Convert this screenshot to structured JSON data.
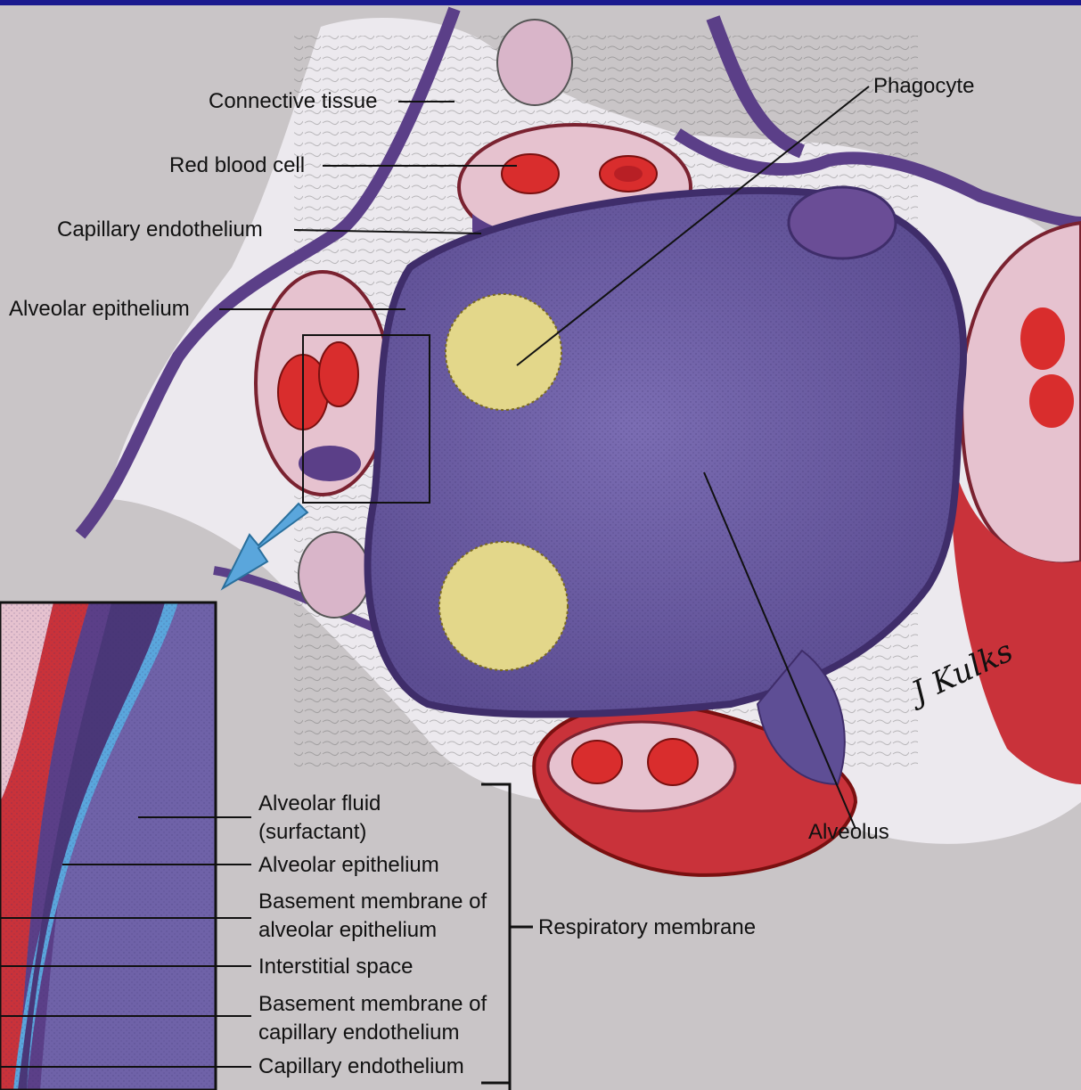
{
  "labels": {
    "connective_tissue": "Connective tissue",
    "red_blood_cell": "Red blood cell",
    "capillary_endothelium": "Capillary endothelium",
    "alveolar_epithelium": "Alveolar epithelium",
    "phagocyte": "Phagocyte",
    "alveolus": "Alveolus"
  },
  "inset_labels": {
    "alveolar_fluid_1": "Alveolar fluid",
    "alveolar_fluid_2": "(surfactant)",
    "alveolar_epithelium": "Alveolar epithelium",
    "basement_alv_1": "Basement membrane of",
    "basement_alv_2": "alveolar epithelium",
    "interstitial_space": "Interstitial space",
    "basement_cap_1": "Basement membrane of",
    "basement_cap_2": "capillary endothelium",
    "capillary_endothelium": "Capillary endothelium"
  },
  "bracket_label": "Respiratory membrane",
  "signature": "J Kulks",
  "colors": {
    "alveolus": "#6f62a8",
    "wall": "#5a3f86",
    "capillary": "#e6c2cf",
    "rbc": "#d92d2d",
    "phagocyte": "#e3d78a",
    "surfactant": "#5aa6dc",
    "background": "#c8c4c6"
  }
}
